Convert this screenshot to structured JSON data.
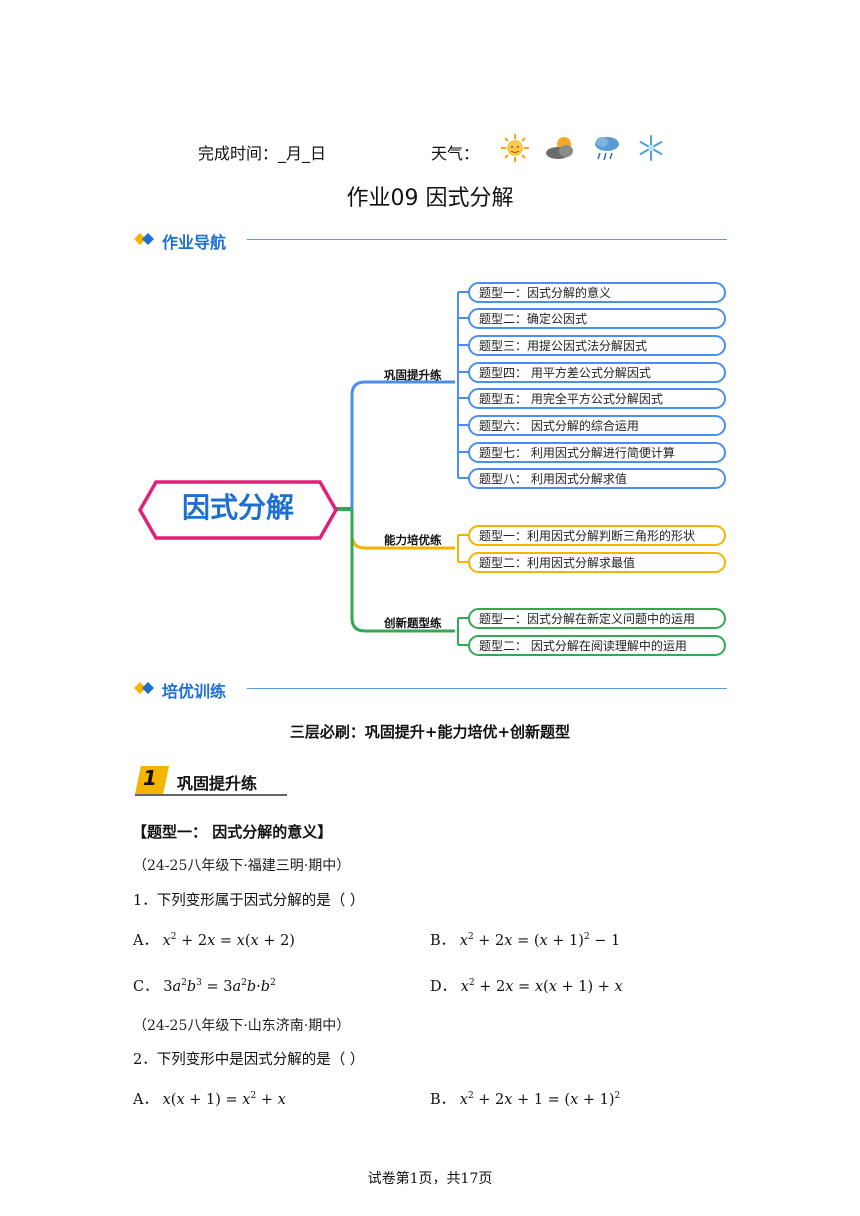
{
  "header": {
    "completion_label": "完成时间：_月_日",
    "weather_label": "天气：",
    "weather_icons": [
      "sun-icon",
      "partly-cloudy-icon",
      "rain-cloud-icon",
      "snowflake-icon"
    ]
  },
  "title": "作业09 因式分解",
  "nav_section": {
    "label": "作业导航"
  },
  "mindmap": {
    "root": "因式分解",
    "groups": [
      {
        "name": "巩固提升练",
        "color": "#4a8ef0",
        "items": [
          "题型一：因式分解的意义",
          "题型二：确定公因式",
          "题型三：用提公因式法分解因式",
          "题型四： 用平方差公式分解因式",
          "题型五： 用完全平方公式分解因式",
          "题型六： 因式分解的综合运用",
          "题型七： 利用因式分解进行简便计算",
          "题型八： 利用因式分解求值"
        ]
      },
      {
        "name": "能力培优练",
        "color": "#f4b400",
        "items": [
          "题型一：利用因式分解判断三角形的形状",
          "题型二：利用因式分解求最值"
        ]
      },
      {
        "name": "创新题型练",
        "color": "#33a853",
        "items": [
          "题型一：因式分解在新定义问题中的运用",
          "题型二： 因式分解在阅读理解中的运用"
        ]
      }
    ]
  },
  "train_section": {
    "label": "培优训练"
  },
  "subtitle": "三层必刷：巩固提升+能力培优+创新题型",
  "level_badge": {
    "number": "1",
    "label": "巩固提升练"
  },
  "question_type": "【题型一： 因式分解的意义】",
  "questions": [
    {
      "source": "（24-25八年级下·福建三明·期中）",
      "stem": "1．下列变形属于因式分解的是（    ）",
      "options": {
        "A": "A．",
        "B": "B．",
        "C": "C．",
        "D": "D．"
      }
    },
    {
      "source": "（24-25八年级下·山东济南·期中）",
      "stem": "2．下列变形中是因式分解的是（    ）",
      "options": {
        "A": "A．",
        "B": "B．"
      }
    }
  ],
  "footer": "试卷第1页，共17页"
}
